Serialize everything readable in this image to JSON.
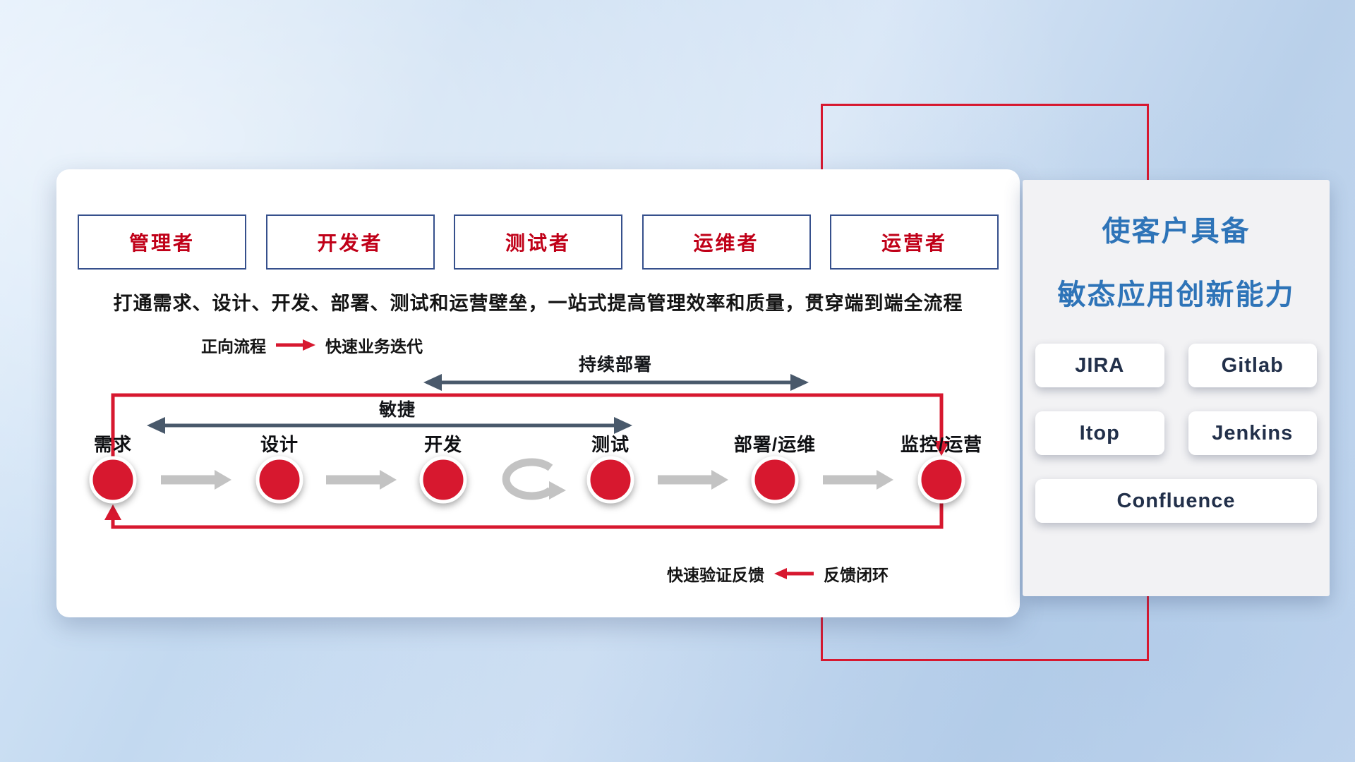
{
  "accent": {
    "red": "#d7182f",
    "navy_border": "#36508c",
    "role_text": "#c00018",
    "panel_title_blue": "#2e74b8",
    "slate_arrow": "#49596b",
    "gray_arrow": "#c3c3c3"
  },
  "roles": [
    "管理者",
    "开发者",
    "测试者",
    "运维者",
    "运营者"
  ],
  "description": "打通需求、设计、开发、部署、测试和运营壁垒，一站式提高管理效率和质量，贯穿端到端全流程",
  "legend_forward": {
    "label": "正向流程",
    "value": "快速业务迭代"
  },
  "flow": {
    "continuous_deploy_label": "持续部署",
    "agile_label": "敏捷",
    "nodes": [
      "需求",
      "设计",
      "开发",
      "测试",
      "部署/运维",
      "监控/运营"
    ]
  },
  "legend_feedback": {
    "label": "快速验证反馈",
    "value": "反馈闭环"
  },
  "panel": {
    "title_line1": "使客户具备",
    "title_line2": "敏态应用创新能力",
    "tools": [
      "JIRA",
      "Gitlab",
      "Itop",
      "Jenkins",
      "Confluence"
    ]
  }
}
